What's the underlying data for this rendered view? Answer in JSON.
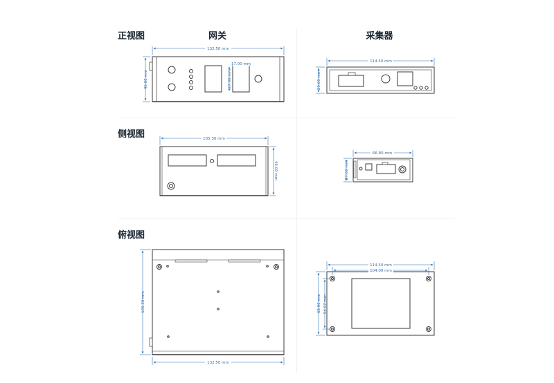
{
  "sections": {
    "front": "正视图",
    "side": "侧视图",
    "top": "俯视图"
  },
  "columns": {
    "gateway": "网关",
    "collector": "采集器"
  },
  "dims": {
    "gw_front_width": "132.50 mm",
    "gw_front_height": "46.00 mm",
    "gw_port_width": "17.00 mm",
    "gw_port_height": "27.00 mm",
    "col_front_width": "114.50 mm",
    "col_front_height": "29.60 mm",
    "gw_side_width": "105.30 mm",
    "gw_side_height": "46.00 mm",
    "col_side_width": "66.80 mm",
    "col_side_height": "27.60 mm",
    "gw_top_height": "105.30 mm",
    "gw_top_width": "132.50 mm",
    "col_top_width": "114.50 mm",
    "col_top_inner_width": "104.00 mm",
    "col_top_height": "68.00 mm",
    "col_top_inner_height": "54.97 mm"
  },
  "colors": {
    "outline": "#3a3a3a",
    "dimension": "#2f6fb0",
    "heading": "#1c2733"
  }
}
